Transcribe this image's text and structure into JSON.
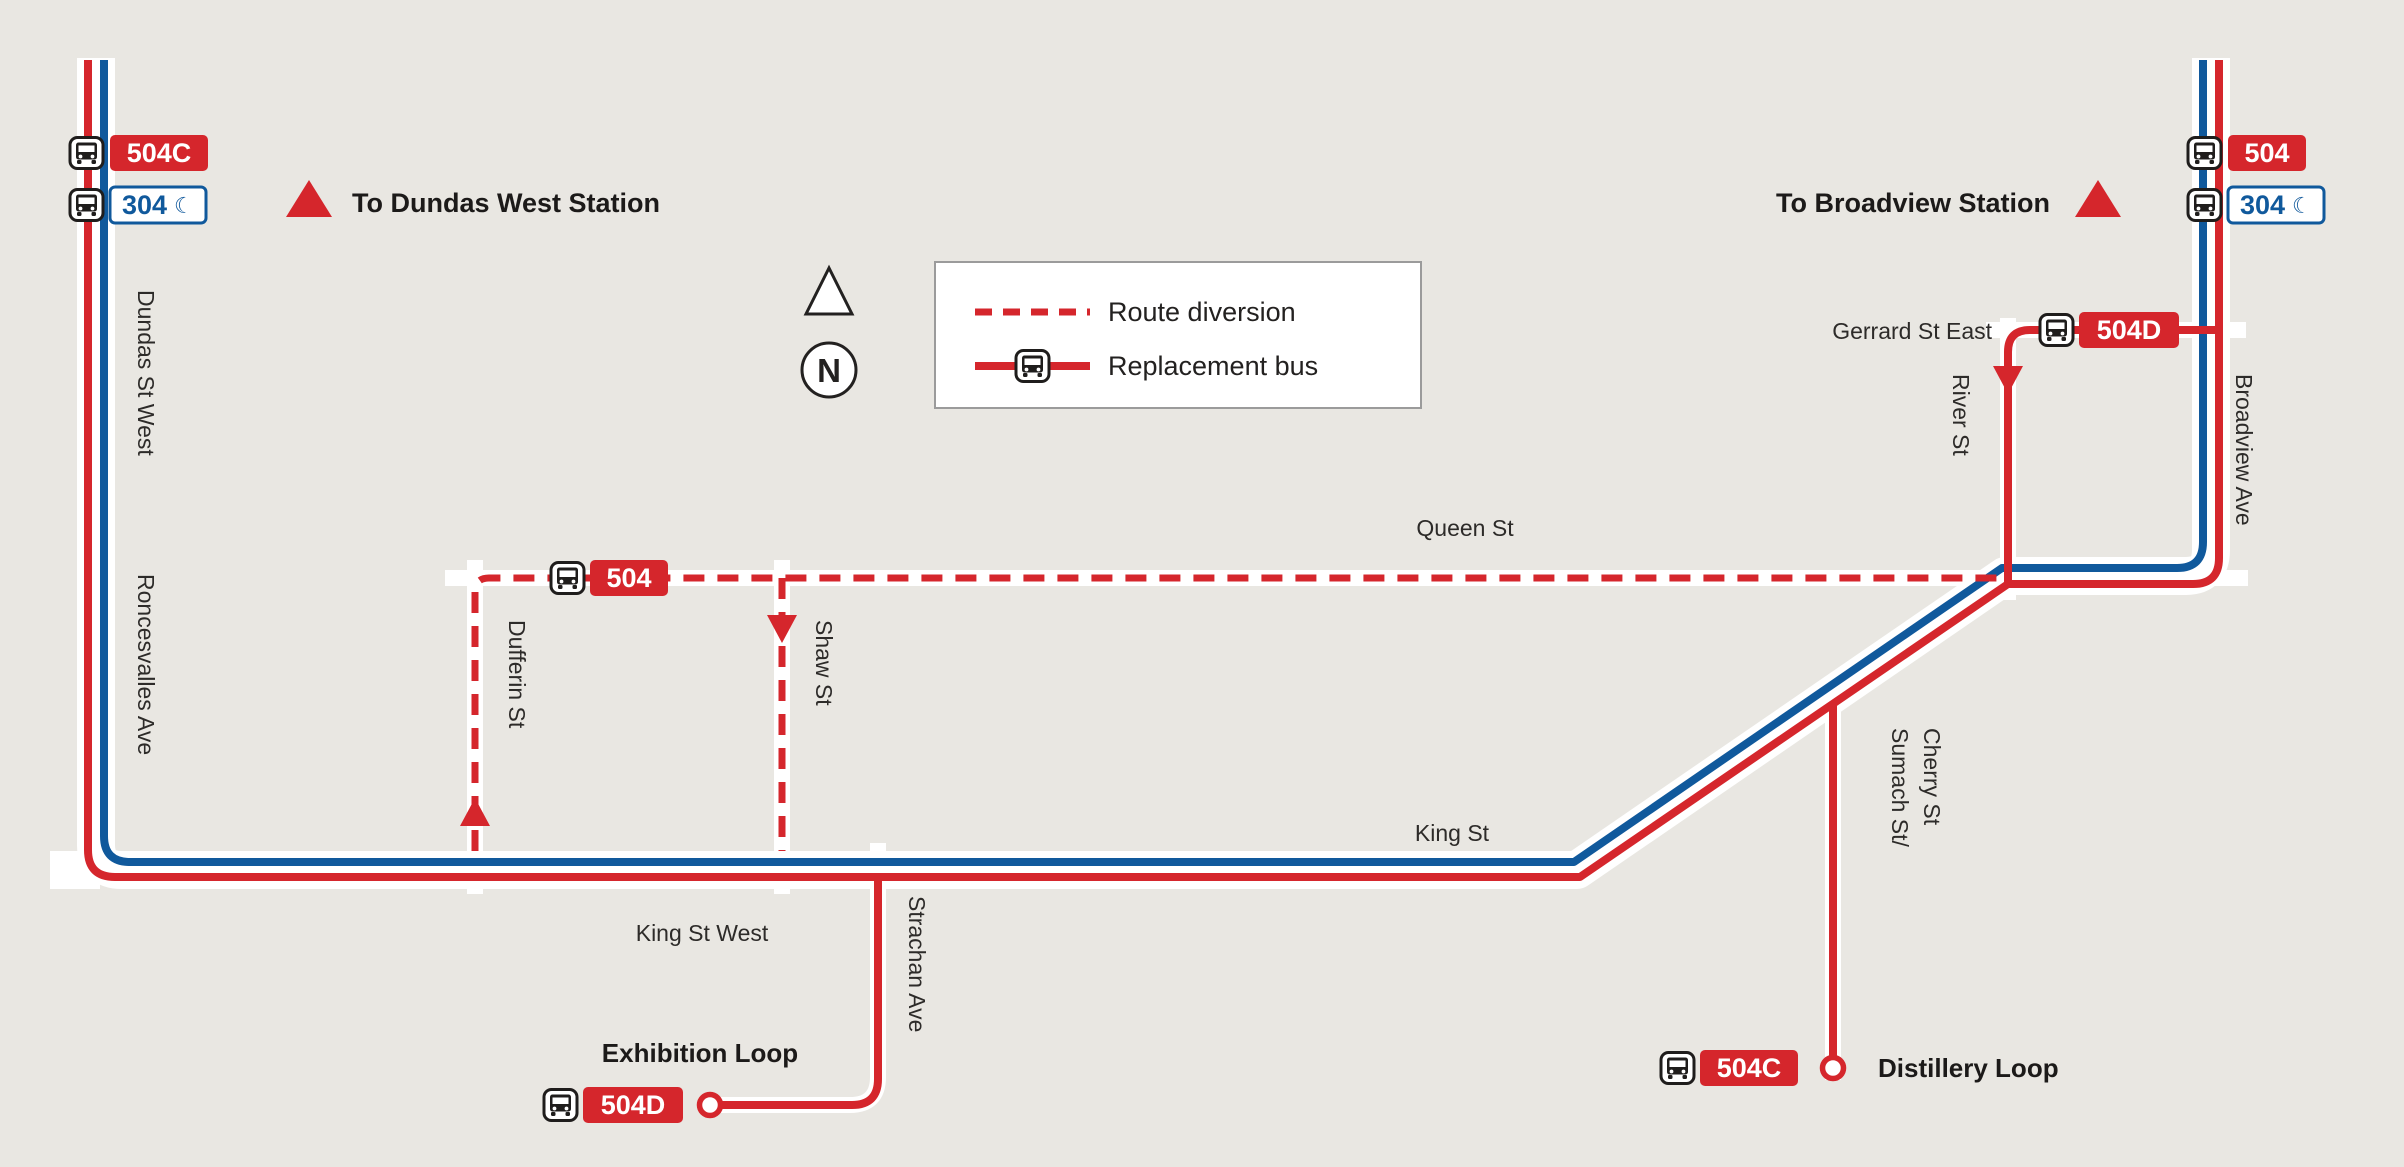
{
  "colors": {
    "background": "#e9e7e2",
    "red": "#d5262c",
    "blue": "#10599c",
    "dark": "#1f1d1c"
  },
  "header": {
    "to_dundas_west": "To Dundas West Station",
    "to_broadview": "To Broadview Station"
  },
  "legend": {
    "route_diversion": "Route diversion",
    "replacement_bus": "Replacement bus"
  },
  "compass": {
    "north": "N"
  },
  "route_badges": {
    "top_left_primary": "504C",
    "top_right_primary": "504",
    "night_route": "304",
    "queen_shuttle": "504",
    "gerrard_shuttle": "504D",
    "exhibition_shuttle": "504D",
    "distillery_shuttle": "504C"
  },
  "loops": {
    "exhibition": "Exhibition Loop",
    "distillery": "Distillery Loop"
  },
  "streets": {
    "dundas_st_west": "Dundas St West",
    "roncesvalles_ave": "Roncesvalles Ave",
    "dufferin_st": "Dufferin St",
    "shaw_st": "Shaw St",
    "queen_st": "Queen St",
    "king_st": "King St",
    "king_st_west": "King St West",
    "strachan_ave": "Strachan Ave",
    "gerrard_st_east": "Gerrard St East",
    "river_st": "River St",
    "broadview_ave": "Broadview Ave",
    "sumach_st": "Sumach St/",
    "cherry_st": "Cherry St"
  },
  "icons": {
    "moon_icon": "☾"
  }
}
